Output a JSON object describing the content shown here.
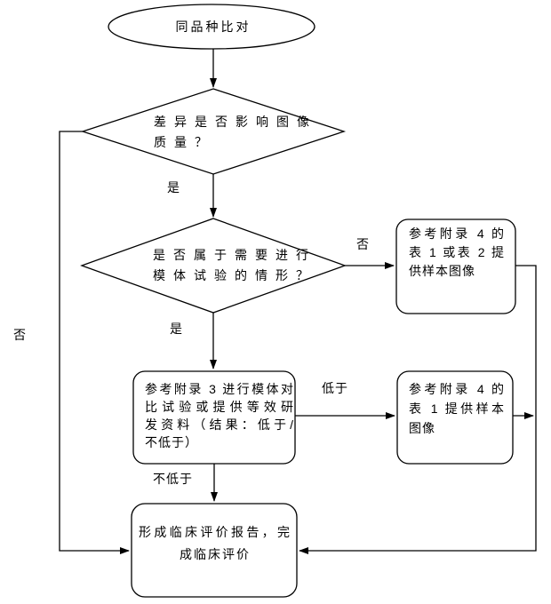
{
  "flowchart": {
    "start": {
      "label": "同品种比对"
    },
    "decision_image_quality": {
      "lines": [
        "差异是否影响图像",
        "质量？"
      ]
    },
    "decision_phantom_test": {
      "lines": [
        "是否属于需要进行",
        "模体试验的情形？"
      ]
    },
    "process_appendix4_table12": {
      "lines": [
        "参考附录 4 的",
        "表 1 或表 2 提",
        "供样本图像"
      ]
    },
    "process_appendix3_phantom": {
      "lines": [
        "参考附录 3 进行模体对",
        "比试验或提供等效研",
        "发资料（结果：低于/",
        "不低于）"
      ]
    },
    "process_appendix4_table1": {
      "lines": [
        "参考附录 4 的",
        "表 1 提供样本",
        "图像"
      ]
    },
    "end": {
      "lines": [
        "形成临床评价报告，完",
        "成临床评价"
      ]
    },
    "labels": {
      "yes_1": "是",
      "no_right": "否",
      "yes_2": "是",
      "no_left": "否",
      "lower": "低于",
      "not_lower": "不低于"
    }
  },
  "colors": {
    "stroke": "#000000",
    "text": "#000000",
    "background": "#ffffff"
  }
}
